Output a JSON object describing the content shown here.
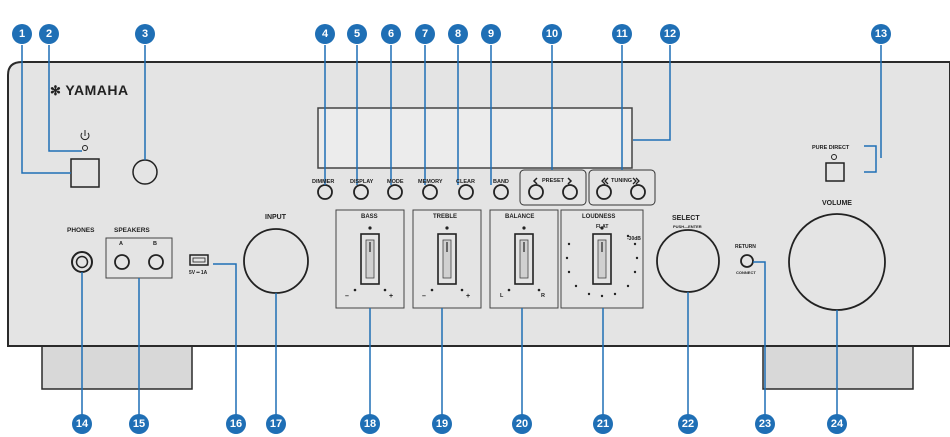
{
  "brand": {
    "name": "YAMAHA"
  },
  "labels": {
    "dimmer": "DIMMER",
    "display": "DISPLAY",
    "mode": "MODE",
    "memory": "MEMORY",
    "clear": "CLEAR",
    "band": "BAND",
    "preset": "PRESET",
    "tuning": "TUNING",
    "pure_direct": "PURE DIRECT",
    "input": "INPUT",
    "bass": "BASS",
    "treble": "TREBLE",
    "balance": "BALANCE",
    "loudness": "LOUDNESS",
    "flat": "FLAT",
    "minus30db": "-30dB",
    "select": "SELECT",
    "push_enter": "PUSH—ENTER",
    "return": "RETURN",
    "connect": "CONNECT",
    "volume": "VOLUME",
    "phones": "PHONES",
    "speakers": "SPEAKERS",
    "speaker_a": "A",
    "speaker_b": "B",
    "usb": "5V ━ 1A",
    "minus": "–",
    "plus": "+",
    "left": "L",
    "right": "R"
  },
  "callouts": [
    "1",
    "2",
    "3",
    "4",
    "5",
    "6",
    "7",
    "8",
    "9",
    "10",
    "11",
    "12",
    "13",
    "14",
    "15",
    "16",
    "17",
    "18",
    "19",
    "20",
    "21",
    "22",
    "23",
    "24"
  ],
  "colors": {
    "callout": "#1f6fb5",
    "panel": "#e6e6e6",
    "outline": "#2a2a2a"
  }
}
